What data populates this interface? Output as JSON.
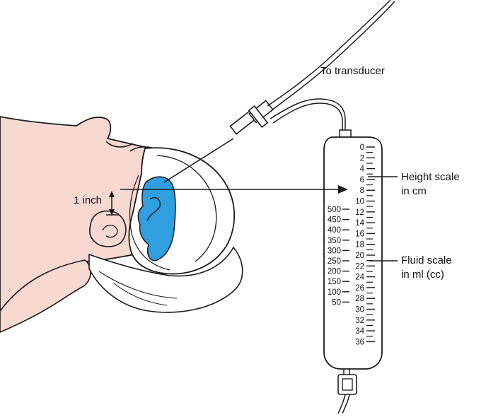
{
  "labels": {
    "transducer": "To transducer",
    "inch": "1 inch",
    "height_scale_line1": "Height scale",
    "height_scale_line2": "in cm",
    "fluid_scale_line1": "Fluid scale",
    "fluid_scale_line2": "in ml (cc)"
  },
  "cm_scale": [
    "0",
    "2",
    "4",
    "6",
    "8",
    "10",
    "12",
    "14",
    "16",
    "18",
    "20",
    "22",
    "24",
    "26",
    "28",
    "30",
    "32",
    "34",
    "36"
  ],
  "ml_scale": [
    "500",
    "450",
    "400",
    "350",
    "300",
    "250",
    "200",
    "150",
    "100",
    "50"
  ],
  "colors": {
    "skin": "#f8d9d2",
    "fluid": "#2f9fe0",
    "outline": "#1a1a1a"
  }
}
